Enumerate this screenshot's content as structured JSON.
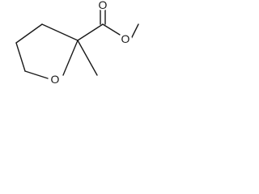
{
  "molecule": {
    "atoms": {
      "ring_oxygen": "O",
      "carbonyl_oxygen": "O",
      "ester_oxygen": "O"
    }
  }
}
